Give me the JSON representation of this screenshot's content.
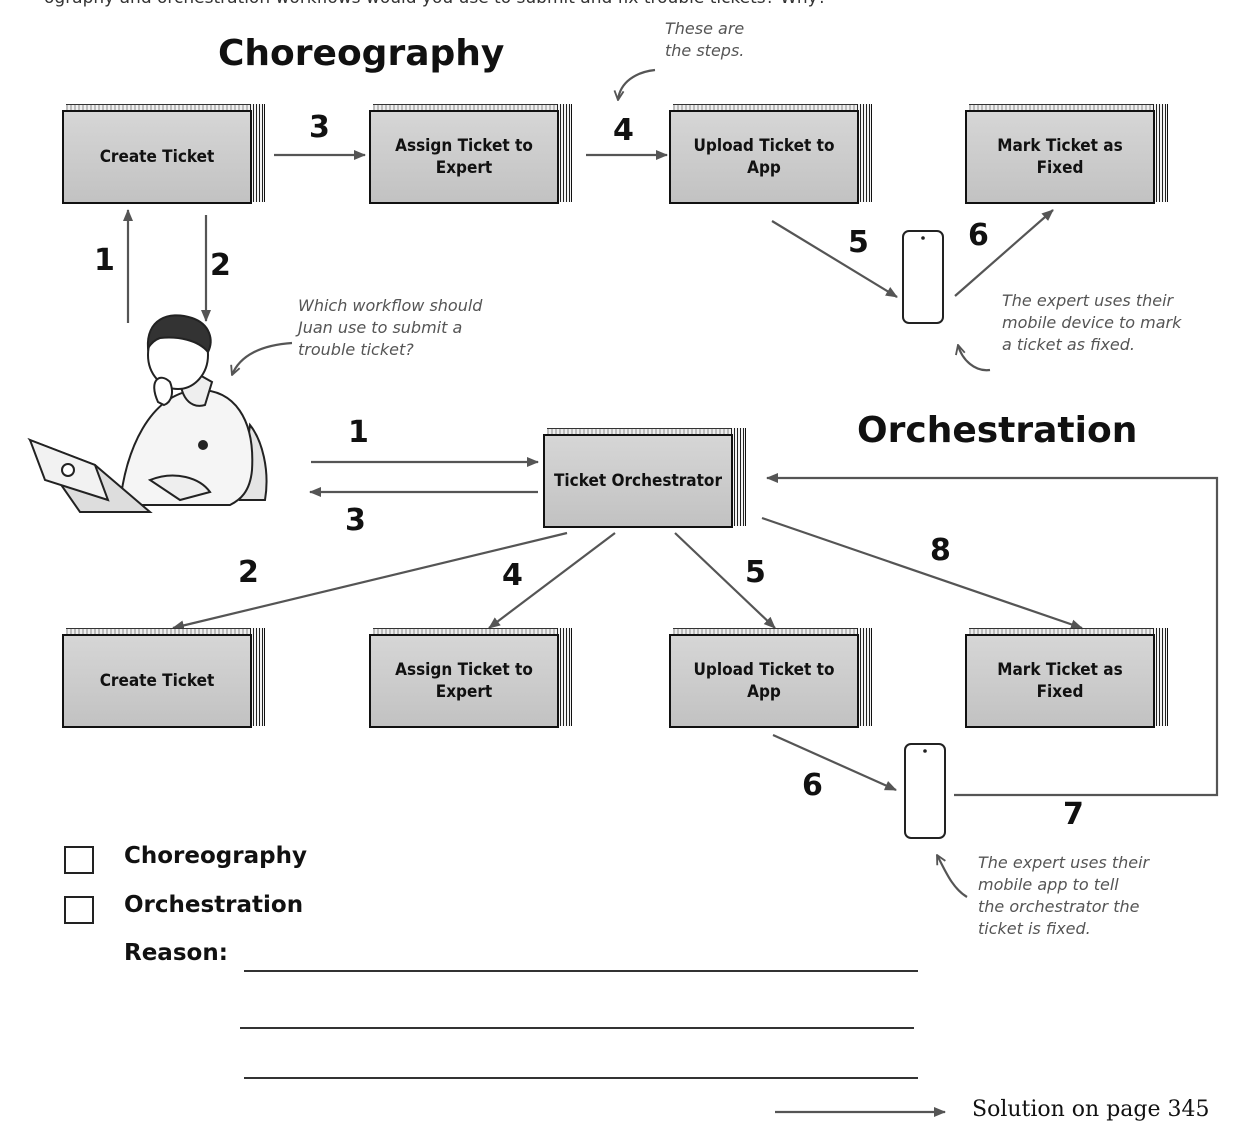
{
  "intro_text": "ography and orchestration workflows would you use to submit and fix trouble tickets? Why?",
  "choreography": {
    "title": "Choreography",
    "boxes": [
      "Create Ticket",
      "Assign Ticket to Expert",
      "Upload Ticket to App",
      "Mark Ticket as Fixed"
    ],
    "steps": [
      "1",
      "2",
      "3",
      "4",
      "5",
      "6"
    ],
    "notes": {
      "steps": "These are\nthe steps.",
      "workflow": "Which workflow should\nJuan use to submit a\ntrouble ticket?",
      "mobile": "The expert uses their\nmobile device to mark\na ticket as fixed."
    }
  },
  "orchestration": {
    "title": "Orchestration",
    "orchestrator": "Ticket Orchestrator",
    "boxes": [
      "Create Ticket",
      "Assign Ticket to Expert",
      "Upload Ticket to App",
      "Mark Ticket as Fixed"
    ],
    "steps": [
      "1",
      "2",
      "3",
      "4",
      "5",
      "6",
      "7",
      "8"
    ],
    "notes": {
      "mobile": "The expert uses their\nmobile app to tell\nthe orchestrator the\nticket is fixed."
    }
  },
  "answer": {
    "options": [
      "Choreography",
      "Orchestration"
    ],
    "reason_label": "Reason:"
  },
  "footer": {
    "solution": "Solution on page 345"
  },
  "colors": {
    "box_fill": "#c8c8c8",
    "arrow": "#555555",
    "note": "#555555"
  }
}
